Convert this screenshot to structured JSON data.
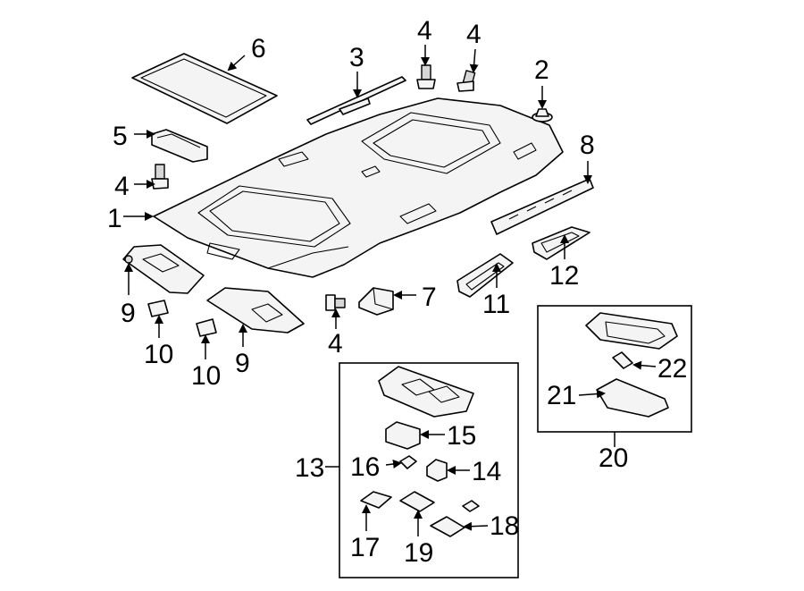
{
  "callouts": {
    "c1": "1",
    "c2": "2",
    "c3": "3",
    "c4a": "4",
    "c4b": "4",
    "c4c": "4",
    "c4d": "4",
    "c5": "5",
    "c6": "6",
    "c7": "7",
    "c8": "8",
    "c9a": "9",
    "c9b": "9",
    "c10a": "10",
    "c10b": "10",
    "c11": "11",
    "c12": "12",
    "c13": "13",
    "c14": "14",
    "c15": "15",
    "c16": "16",
    "c17": "17",
    "c18": "18",
    "c19": "19",
    "c20": "20",
    "c21": "21",
    "c22": "22"
  }
}
